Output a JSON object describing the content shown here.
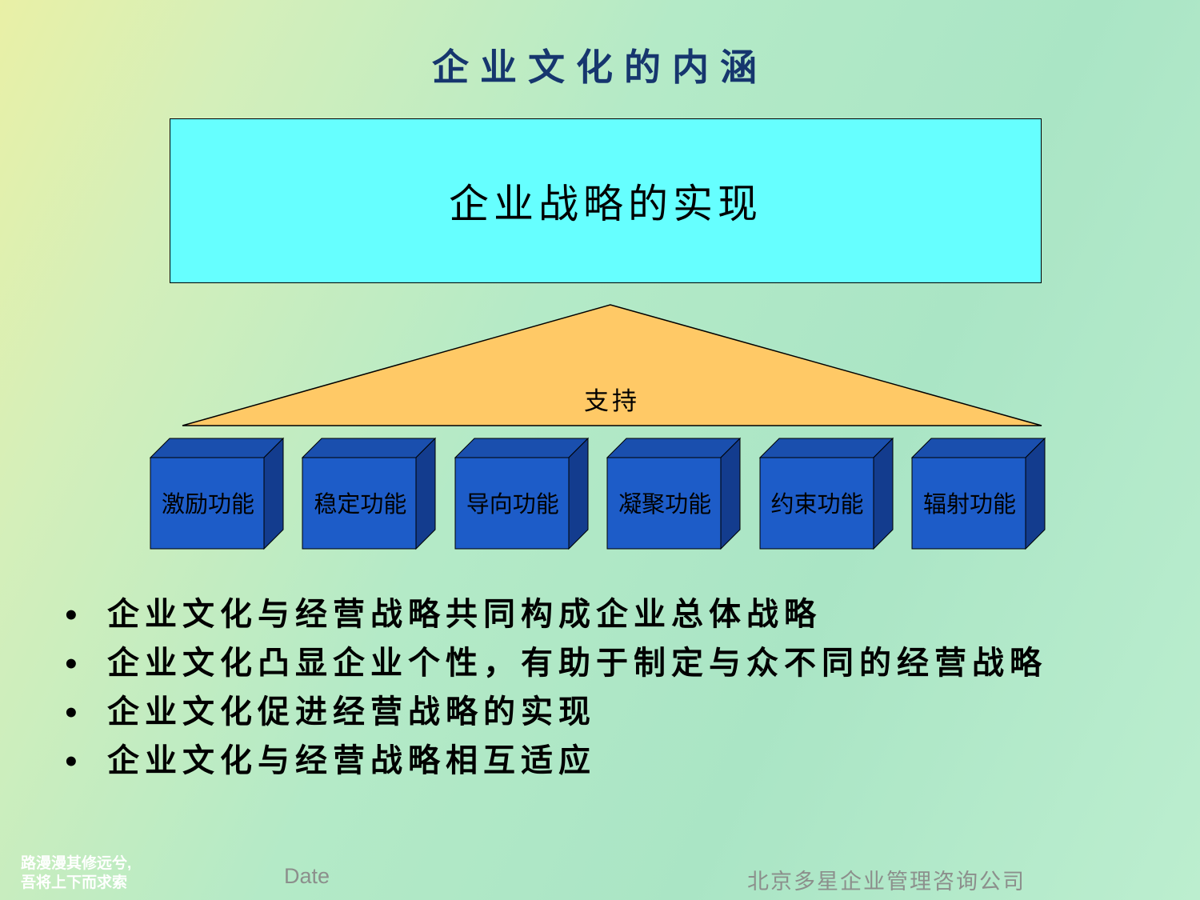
{
  "slide": {
    "title": "企业文化的内涵",
    "strategy_box_label": "企业战略的实现",
    "triangle_label": "支持",
    "bullet_marker": "•",
    "function_boxes": [
      "激励功能",
      "稳定功能",
      "导向功能",
      "凝聚功能",
      "约束功能",
      "辐射功能"
    ],
    "bullets": [
      "企业文化与经营战略共同构成企业总体战略",
      "企业文化凸显企业个性，有助于制定与众不同的经营战略",
      "企业文化促进经营战略的实现",
      "企业文化与经营战略相互适应"
    ],
    "footer": {
      "motto_line1": "路漫漫其修远兮,",
      "motto_line2": "吾将上下而求索",
      "date_label": "Date",
      "company": "北京多星企业管理咨询公司"
    },
    "colors": {
      "title_text": "#16366e",
      "strategy_box_fill": "#66ffff",
      "triangle_fill": "#ffc966",
      "cube_front": "#1d5cc8",
      "cube_top": "#1a4fae",
      "cube_side": "#133c8e",
      "footer_text": "#8c8f8c",
      "background_top_left": "#e9f0a6",
      "background_main": "#aee7c6"
    }
  }
}
